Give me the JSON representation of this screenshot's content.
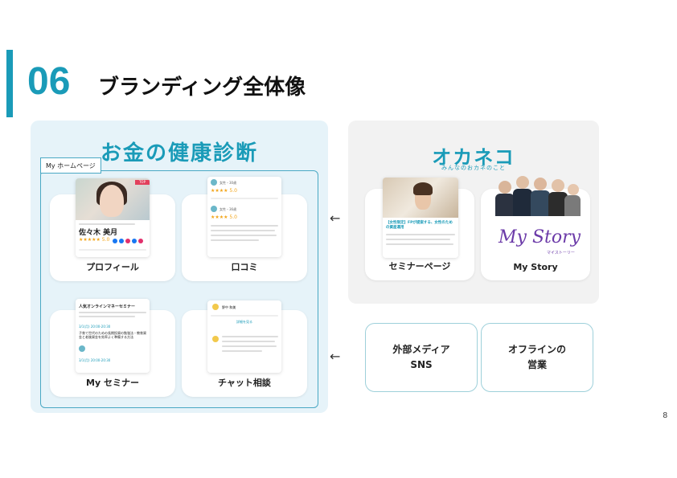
{
  "header": {
    "number": "06",
    "title": "ブランディング全体像"
  },
  "left_panel": {
    "title": "お金の健康診断",
    "home_tag": "My ホームページ",
    "cards": {
      "profile": {
        "label": "プロフィール",
        "mock_name": "佐々木 美月",
        "mock_badge": "TOP",
        "mock_rating": "★★★★★ 5.0"
      },
      "reviews": {
        "label": "口コミ",
        "mock_user1": "女性・30歳",
        "mock_user2": "女性・36歳",
        "mock_stars": "★★★★ 5.0"
      },
      "seminar": {
        "label": "My セミナー",
        "mock_heading": "人気オンラインマネーセミナー",
        "mock_date1": "3/1(月) 20:00-20:30",
        "mock_text": "子育て世代のための長期投資の勉強法・教育資金と老後資金を効率よく準備する方法",
        "mock_date2": "3/1(月) 20:00-20:30"
      },
      "chat": {
        "label": "チャット相談",
        "mock_user": "野中 和美",
        "mock_button": "詳細を見る"
      }
    }
  },
  "right_panel": {
    "brand": "オカネコ",
    "brand_sub": "みんなのおカネのこと",
    "cards": {
      "seminar_page": {
        "label": "セミナーページ",
        "mock_caption": "【女性限定】FPが提案する、女性のための資産運用"
      },
      "my_story": {
        "label": "My Story",
        "logo_text": "My Story",
        "logo_sub": "マイストーリー"
      }
    }
  },
  "bottom_cards": {
    "media": {
      "line1": "外部メディア",
      "line2": "SNS"
    },
    "offline": {
      "line1": "オフラインの",
      "line2": "営業"
    }
  },
  "arrows": {
    "top": "←",
    "bottom": "←"
  },
  "page_number": "8",
  "colors": {
    "accent": "#1a9bb8",
    "left_bg": "#e6f3f9",
    "right_bg": "#f2f2f2"
  }
}
